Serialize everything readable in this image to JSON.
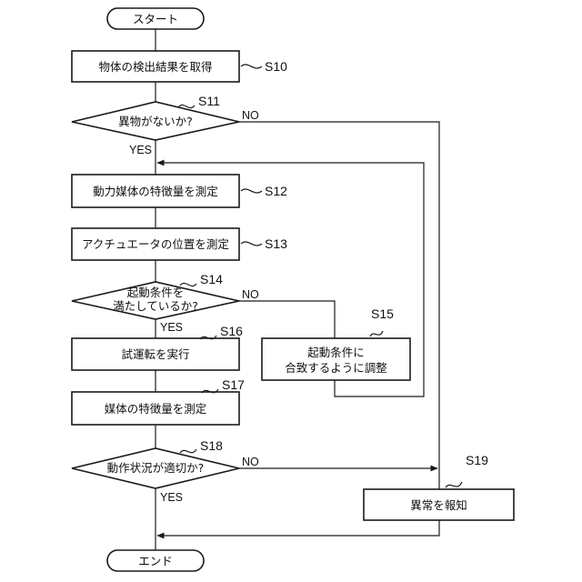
{
  "flowchart": {
    "start": "スタート",
    "end": "エンド",
    "steps": {
      "s10": {
        "id": "S10",
        "text": "物体の検出結果を取得"
      },
      "s11": {
        "id": "S11",
        "text": "異物がないか?"
      },
      "s12": {
        "id": "S12",
        "text": "動力媒体の特徴量を測定"
      },
      "s13": {
        "id": "S13",
        "text": "アクチュエータの位置を測定"
      },
      "s14": {
        "id": "S14",
        "line1": "起動条件を",
        "line2": "満たしているか?"
      },
      "s15": {
        "id": "S15",
        "line1": "起動条件に",
        "line2": "合致するように調整"
      },
      "s16": {
        "id": "S16",
        "text": "試運転を実行"
      },
      "s17": {
        "id": "S17",
        "text": "媒体の特徴量を測定"
      },
      "s18": {
        "id": "S18",
        "text": "動作状況が適切か?"
      },
      "s19": {
        "id": "S19",
        "text": "異常を報知"
      }
    },
    "branches": {
      "yes": "YES",
      "no": "NO"
    }
  }
}
